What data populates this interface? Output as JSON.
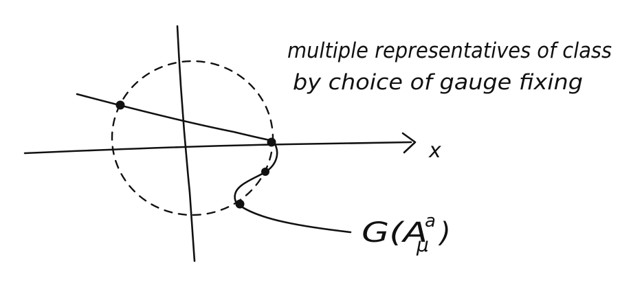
{
  "annotation": {
    "line1": "multiple representatives of class",
    "line2": "by choice of gauge fixing"
  },
  "axis": {
    "x_label": "x"
  },
  "orbit_label": {
    "main": "G(A",
    "superscript": "a",
    "subscript": "μ",
    "close": ")"
  }
}
